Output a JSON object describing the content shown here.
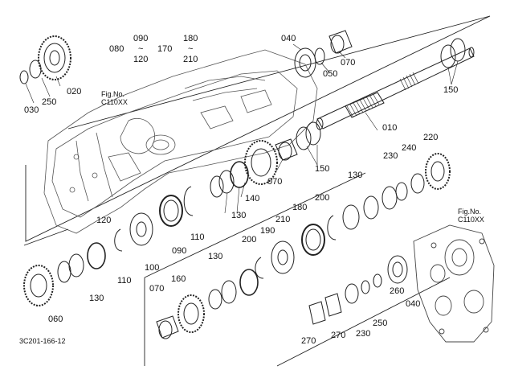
{
  "ref_groups": [
    {
      "key": "080",
      "range_from": "090",
      "tilde": "~",
      "range_to": "120"
    },
    {
      "key": "170",
      "range_from": "180",
      "tilde": "~",
      "range_to": "210"
    }
  ],
  "fig_refs": [
    {
      "line1": "Fig.No.",
      "line2": "C110XX"
    },
    {
      "line1": "Fig.No.",
      "line2": "C110XX"
    }
  ],
  "part_labels": [
    "040",
    "070",
    "050",
    "150",
    "010",
    "150",
    "070",
    "140",
    "030",
    "250",
    "020",
    "220",
    "240",
    "230",
    "130",
    "130",
    "120",
    "110",
    "090",
    "200",
    "210",
    "180",
    "190",
    "200",
    "100",
    "110",
    "130",
    "060",
    "130",
    "070",
    "160",
    "260",
    "040",
    "250",
    "230",
    "270",
    "270"
  ],
  "drawing_id": "3C201-166-12"
}
